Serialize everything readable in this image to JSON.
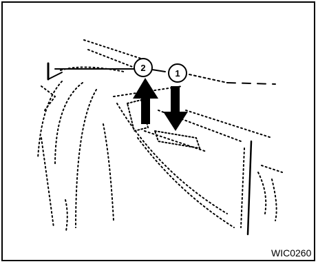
{
  "figure": {
    "callouts": [
      {
        "label": "2",
        "meaning": "up-arrow"
      },
      {
        "label": "1",
        "meaning": "down-arrow"
      }
    ],
    "figure_code": "WIC0260"
  },
  "colors": {
    "line": "#000000",
    "background": "#ffffff"
  }
}
